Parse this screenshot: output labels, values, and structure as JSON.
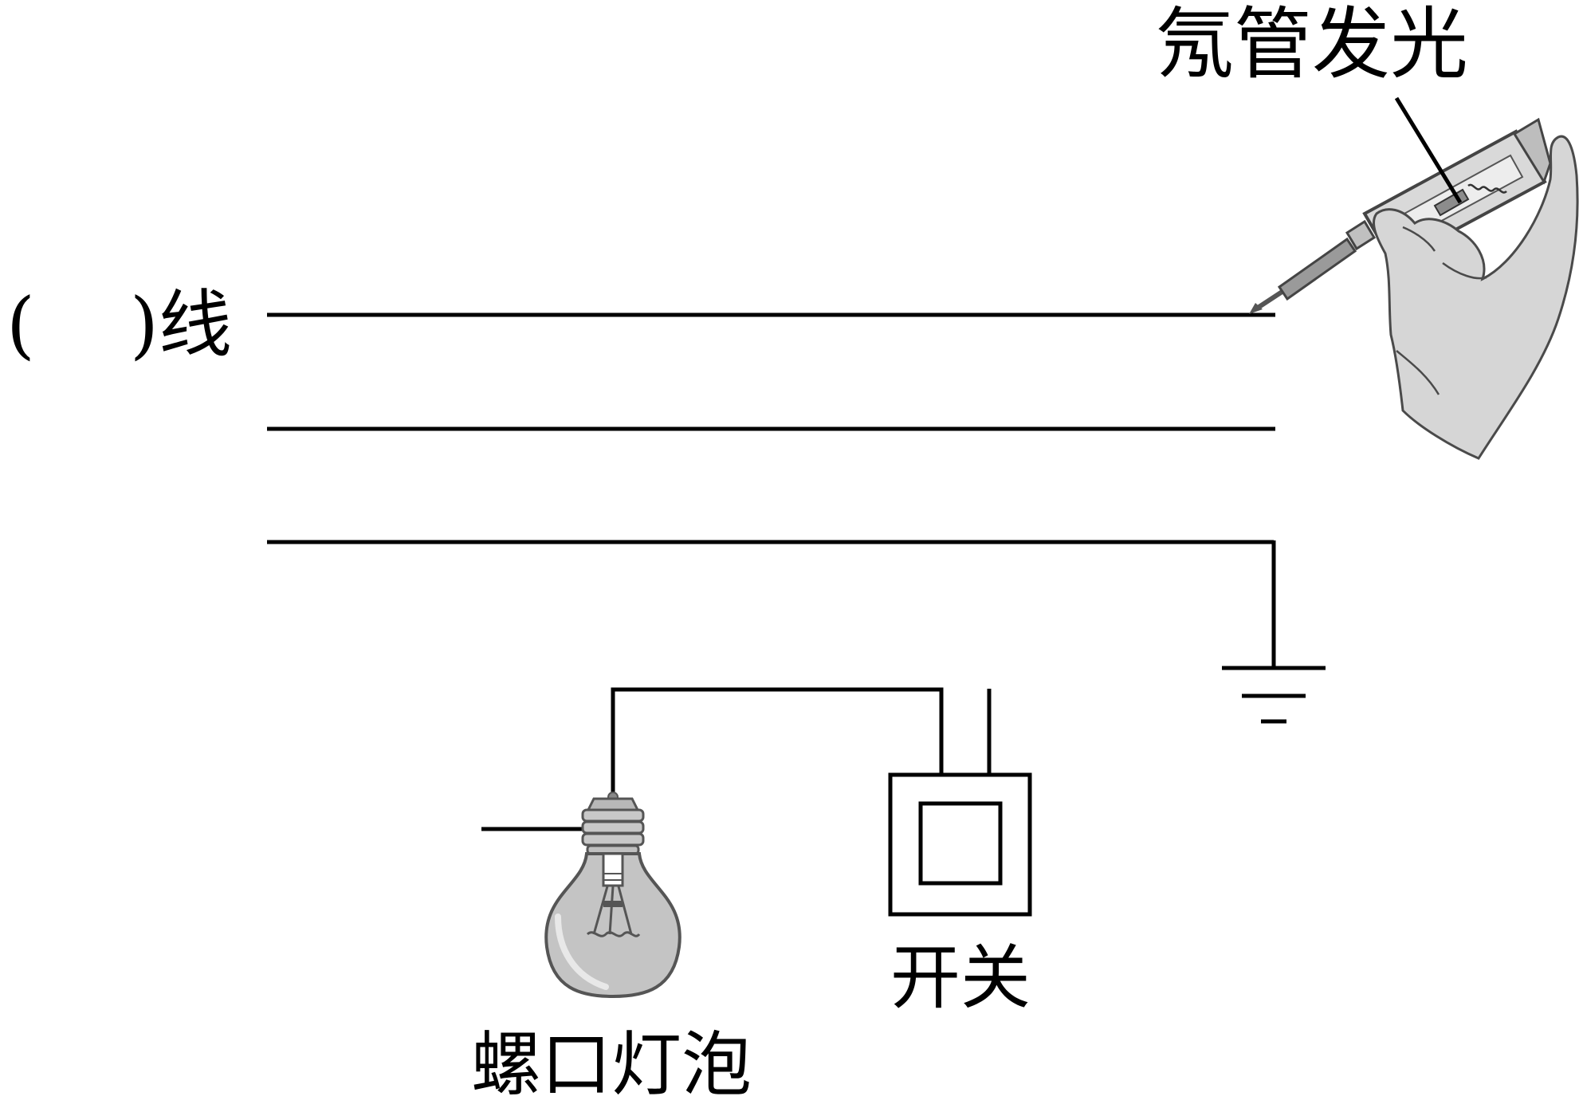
{
  "labels": {
    "line_paren_open": "(",
    "line_paren_close": ")线",
    "neon": "氖管发光",
    "switch": "开关",
    "bulb": "螺口灯泡"
  },
  "icons": {
    "pen": "test-pen-icon",
    "hand": "hand-icon",
    "bulb": "light-bulb-icon",
    "switch": "switch-icon",
    "ground": "ground-symbol-icon"
  },
  "colors": {
    "line": "#000000",
    "gray_fill": "#d0d0d0",
    "bulb_fill": "#c8c8c8"
  }
}
